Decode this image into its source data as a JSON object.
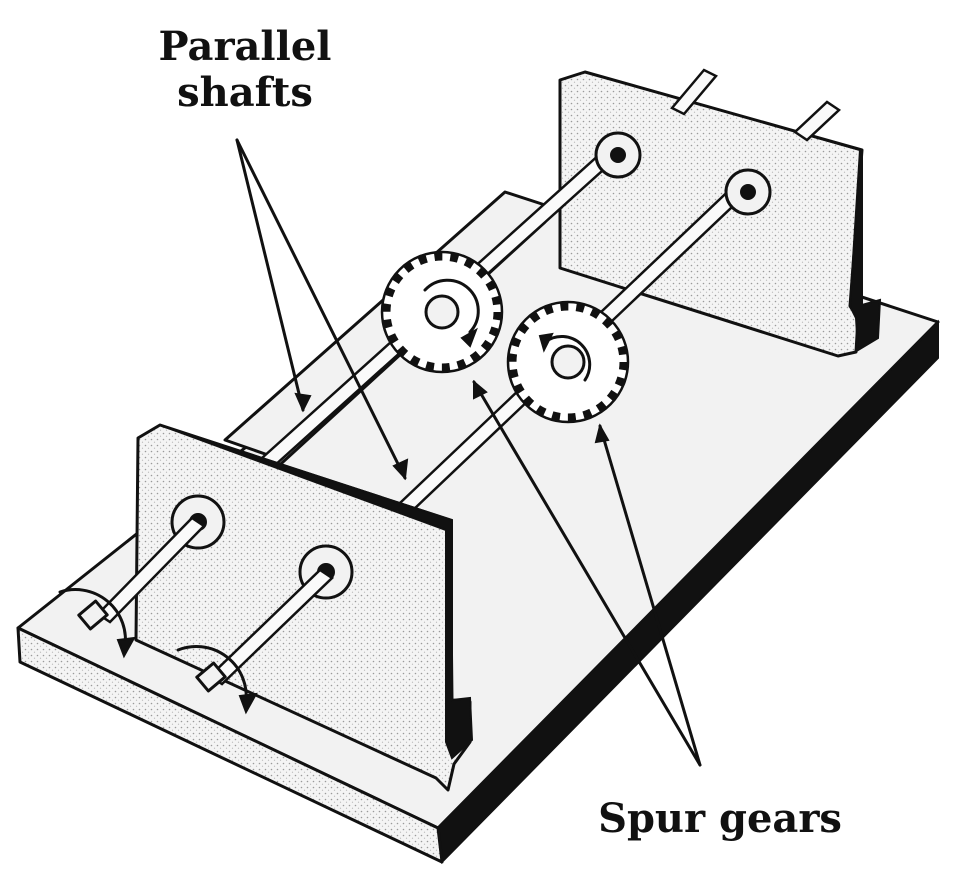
{
  "labels": {
    "parallel_line1": "Parallel",
    "parallel_line2": "shafts",
    "spur": "Spur gears"
  },
  "colors": {
    "ink": "#111111",
    "background": "#ffffff"
  }
}
